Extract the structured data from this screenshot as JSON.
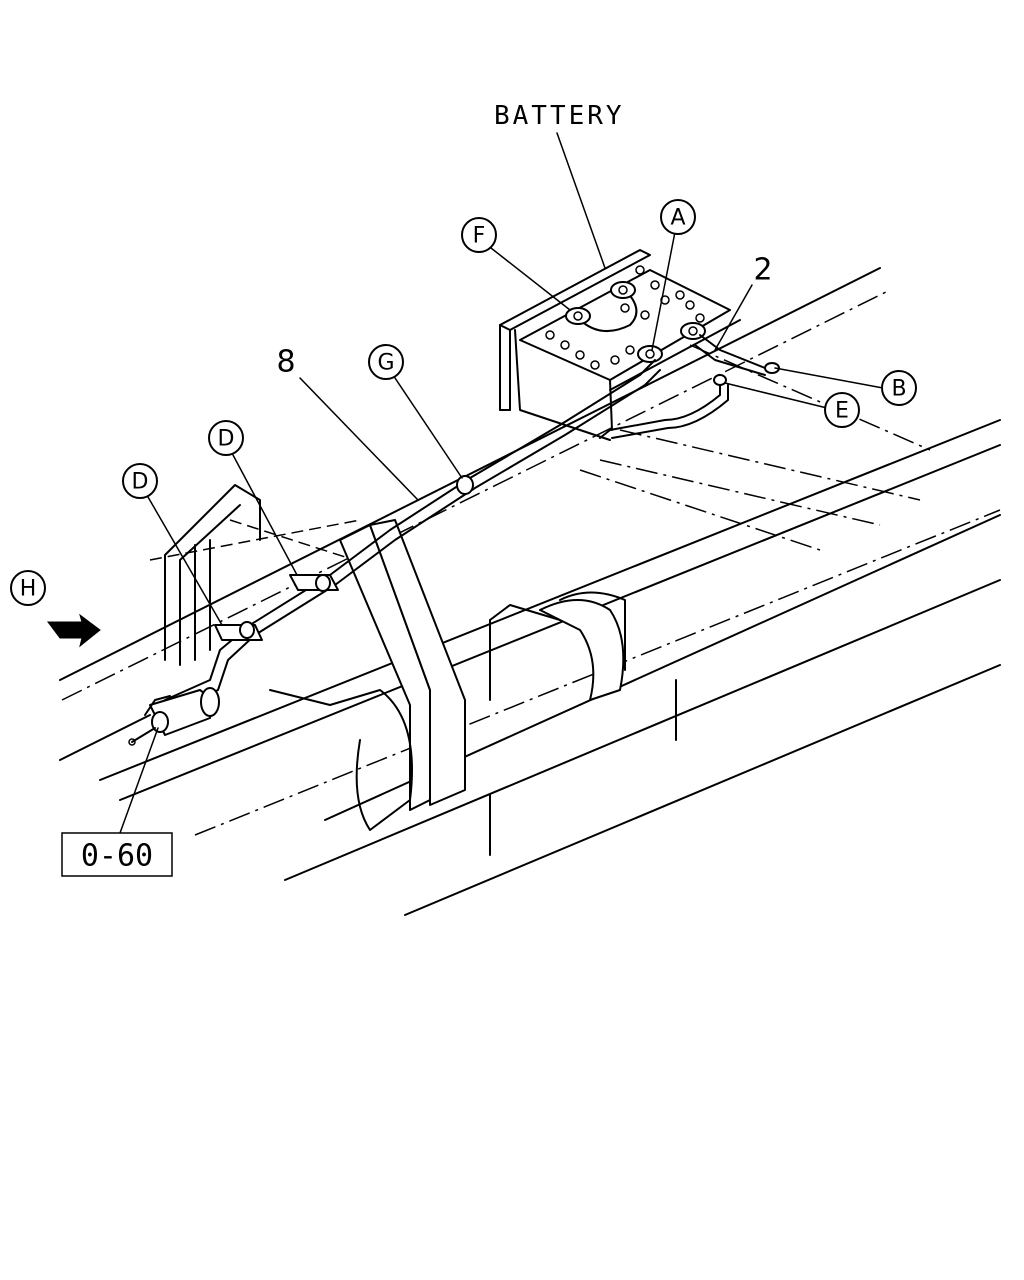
{
  "labels": {
    "battery": "BATTERY",
    "ref_box": "0-60",
    "part_2": "2",
    "part_8": "8"
  },
  "callouts": {
    "A": "A",
    "B": "B",
    "D1": "D",
    "D2": "D",
    "E": "E",
    "F": "F",
    "G": "G",
    "H": "H"
  }
}
